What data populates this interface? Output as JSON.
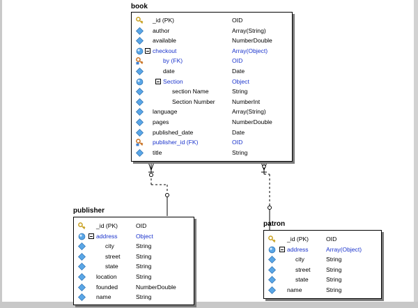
{
  "entities": [
    {
      "key": "book",
      "title": "book",
      "rows": [
        {
          "name": "_id (PK)",
          "type": "OID",
          "icon": "pk-key-icon",
          "level": 0,
          "ref": false,
          "collapse": false
        },
        {
          "name": "author",
          "type": "Array(String)",
          "icon": "field-icon",
          "level": 0,
          "ref": false,
          "collapse": false
        },
        {
          "name": "available",
          "type": "NumberDouble",
          "icon": "field-icon",
          "level": 0,
          "ref": false,
          "collapse": false
        },
        {
          "name": "checkout",
          "type": "Array(Object)",
          "icon": "object-icon",
          "level": 0,
          "ref": true,
          "collapse": true
        },
        {
          "name": "by (FK)",
          "type": "OID",
          "icon": "fk-key-icon",
          "level": 1,
          "ref": true,
          "collapse": false
        },
        {
          "name": "date",
          "type": "Date",
          "icon": "field-icon",
          "level": 1,
          "ref": false,
          "collapse": false
        },
        {
          "name": "Section",
          "type": "Object",
          "icon": "object-icon",
          "level": 1,
          "ref": true,
          "collapse": true
        },
        {
          "name": "section Name",
          "type": "String",
          "icon": "field-icon",
          "level": 2,
          "ref": false,
          "collapse": false
        },
        {
          "name": "Section Number",
          "type": "NumberInt",
          "icon": "field-icon",
          "level": 2,
          "ref": false,
          "collapse": false
        },
        {
          "name": "language",
          "type": "Array(String)",
          "icon": "field-icon",
          "level": 0,
          "ref": false,
          "collapse": false
        },
        {
          "name": "pages",
          "type": "NumberDouble",
          "icon": "field-icon",
          "level": 0,
          "ref": false,
          "collapse": false
        },
        {
          "name": "published_date",
          "type": "Date",
          "icon": "field-icon",
          "level": 0,
          "ref": false,
          "collapse": false
        },
        {
          "name": "publisher_id (FK)",
          "type": "OID",
          "icon": "fk-key-icon",
          "level": 0,
          "ref": true,
          "collapse": false
        },
        {
          "name": "title",
          "type": "String",
          "icon": "field-icon",
          "level": 0,
          "ref": false,
          "collapse": false
        }
      ]
    },
    {
      "key": "publisher",
      "title": "publisher",
      "rows": [
        {
          "name": "_id (PK)",
          "type": "OID",
          "icon": "pk-key-icon",
          "level": 0,
          "ref": false,
          "collapse": false
        },
        {
          "name": "address",
          "type": "Object",
          "icon": "object-icon",
          "level": 0,
          "ref": true,
          "collapse": true
        },
        {
          "name": "city",
          "type": "String",
          "icon": "field-icon",
          "level": 1,
          "ref": false,
          "collapse": false
        },
        {
          "name": "street",
          "type": "String",
          "icon": "field-icon",
          "level": 1,
          "ref": false,
          "collapse": false
        },
        {
          "name": "state",
          "type": "String",
          "icon": "field-icon",
          "level": 1,
          "ref": false,
          "collapse": false
        },
        {
          "name": "location",
          "type": "String",
          "icon": "field-icon",
          "level": 0,
          "ref": false,
          "collapse": false
        },
        {
          "name": "founded",
          "type": "NumberDouble",
          "icon": "field-icon",
          "level": 0,
          "ref": false,
          "collapse": false
        },
        {
          "name": "name",
          "type": "String",
          "icon": "field-icon",
          "level": 0,
          "ref": false,
          "collapse": false
        }
      ]
    },
    {
      "key": "patron",
      "title": "patron",
      "rows": [
        {
          "name": "_id (PK)",
          "type": "OID",
          "icon": "pk-key-icon",
          "level": 0,
          "ref": false,
          "collapse": false
        },
        {
          "name": "address",
          "type": "Array(Object)",
          "icon": "object-icon",
          "level": 0,
          "ref": true,
          "collapse": true
        },
        {
          "name": "city",
          "type": "String",
          "icon": "field-icon",
          "level": 1,
          "ref": false,
          "collapse": false
        },
        {
          "name": "street",
          "type": "String",
          "icon": "field-icon",
          "level": 1,
          "ref": false,
          "collapse": false
        },
        {
          "name": "state",
          "type": "String",
          "icon": "field-icon",
          "level": 1,
          "ref": false,
          "collapse": false
        },
        {
          "name": "name",
          "type": "String",
          "icon": "field-icon",
          "level": 0,
          "ref": false,
          "collapse": false
        }
      ]
    }
  ],
  "colors": {
    "ref_text": "#1a33cc",
    "text": "#000000",
    "shadow": "#7a7a7a",
    "field_icon": "#5aa6e6",
    "pk_key": "#c8a020",
    "fk_key": "#c87020"
  },
  "relationships": [
    {
      "from": "book",
      "to": "publisher",
      "style": "dashed"
    },
    {
      "from": "book",
      "to": "patron",
      "style": "dashed"
    }
  ]
}
